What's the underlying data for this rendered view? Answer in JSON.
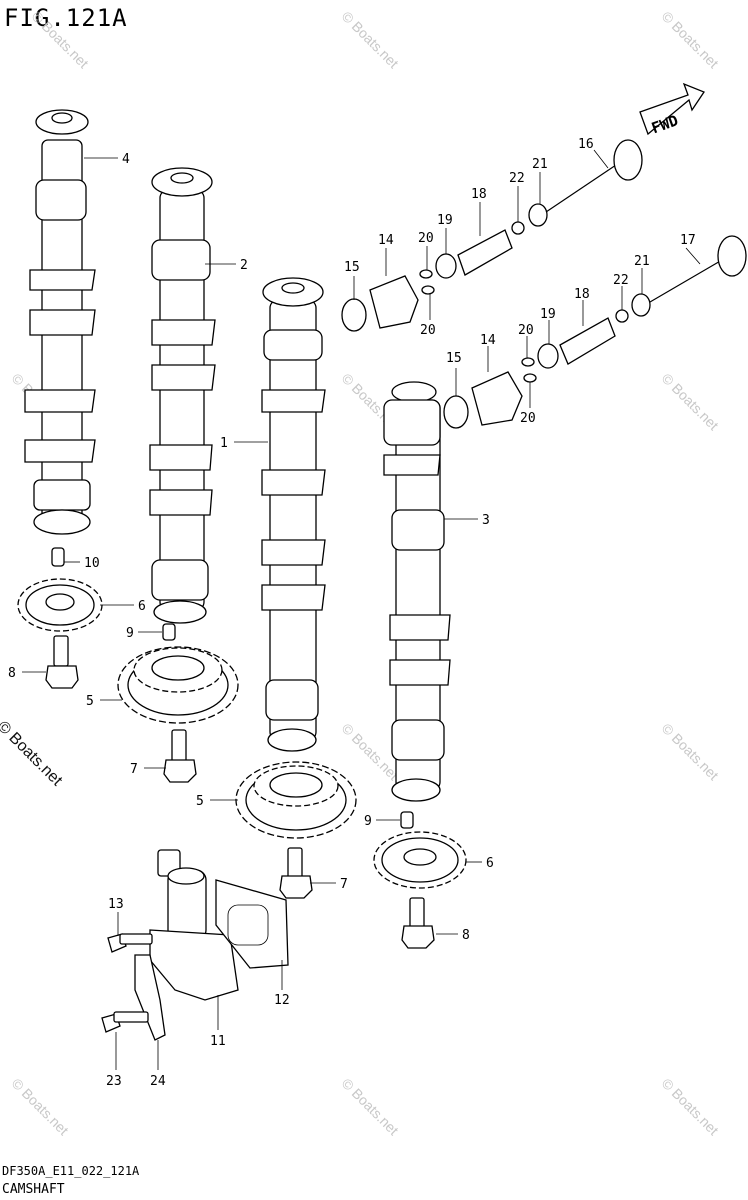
{
  "figure": {
    "title": "FIG.121A"
  },
  "footer": {
    "code": "DF350A_E11_022_121A",
    "title": "CAMSHAFT"
  },
  "direction": {
    "label": "FWD"
  },
  "watermark": {
    "text": "© Boats.net",
    "strong": "© Boats.net"
  },
  "callouts": [
    "1",
    "2",
    "3",
    "4",
    "5",
    "5",
    "6",
    "6",
    "7",
    "7",
    "8",
    "8",
    "9",
    "9",
    "10",
    "11",
    "12",
    "13",
    "14",
    "14",
    "15",
    "15",
    "16",
    "17",
    "18",
    "18",
    "19",
    "19",
    "20",
    "20",
    "20",
    "20",
    "21",
    "21",
    "22",
    "22",
    "23",
    "24"
  ]
}
